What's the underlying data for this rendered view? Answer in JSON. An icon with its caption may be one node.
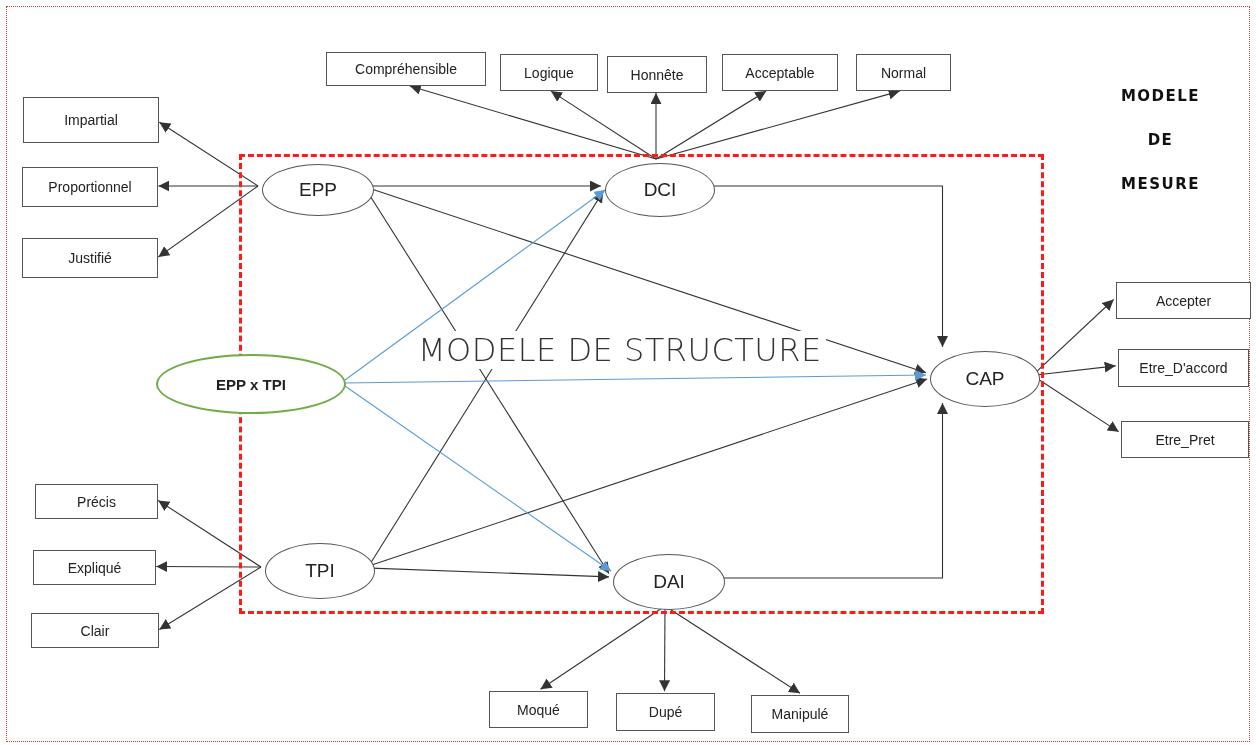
{
  "diagram": {
    "nodes": [
      {
        "text": [
          "MODELE DE MESURE"
        ]
      },
      {
        "text": [
          "MODELE DE STRUCTURE"
        ],
        "in": 0
      },
      {
        "text": [
          "EPP"
        ],
        "in": 1
      },
      {
        "text": [
          "DCI"
        ],
        "in": 1
      },
      {
        "text": [
          "EPP x TPI"
        ],
        "in": 0
      },
      {
        "text": [
          "CAP"
        ],
        "in": 1
      },
      {
        "text": [
          "TPI"
        ],
        "in": 1
      },
      {
        "text": [
          "DAI"
        ],
        "in": 1
      },
      {
        "text": [
          "Impartial"
        ],
        "in": 0
      },
      {
        "text": [
          "Proportionnel"
        ],
        "in": 0
      },
      {
        "text": [
          "Justifié"
        ],
        "in": 0
      },
      {
        "text": [
          "Compréhensible"
        ],
        "in": 0
      },
      {
        "text": [
          "Logique"
        ],
        "in": 0
      },
      {
        "text": [
          "Honnête"
        ],
        "in": 0
      },
      {
        "text": [
          "Acceptable"
        ],
        "in": 0
      },
      {
        "text": [
          "Normal"
        ],
        "in": 0
      },
      {
        "text": [
          "Accepter"
        ],
        "in": 0
      },
      {
        "text": [
          "Etre_D'accord"
        ],
        "in": 0
      },
      {
        "text": [
          "Etre_Pret"
        ],
        "in": 0
      },
      {
        "text": [
          "Précis"
        ],
        "in": 0
      },
      {
        "text": [
          "Expliqué"
        ],
        "in": 0
      },
      {
        "text": [
          "Clair"
        ],
        "in": 0
      },
      {
        "text": [
          "Moqué"
        ],
        "in": 0
      },
      {
        "text": [
          "Dupé"
        ],
        "in": 0
      },
      {
        "text": [
          "Manipulé"
        ],
        "in": 0
      }
    ],
    "edges": [
      {
        "from": 2,
        "to": 8,
        "arrow": "to"
      },
      {
        "from": 2,
        "to": 9,
        "arrow": "to"
      },
      {
        "from": 2,
        "to": 10,
        "arrow": "to"
      },
      {
        "from": 3,
        "to": 11,
        "arrow": "to"
      },
      {
        "from": 3,
        "to": 12,
        "arrow": "to"
      },
      {
        "from": 3,
        "to": 13,
        "arrow": "to"
      },
      {
        "from": 3,
        "to": 14,
        "arrow": "to"
      },
      {
        "from": 3,
        "to": 15,
        "arrow": "to"
      },
      {
        "from": 5,
        "to": 16,
        "arrow": "to"
      },
      {
        "from": 5,
        "to": 17,
        "arrow": "to"
      },
      {
        "from": 5,
        "to": 18,
        "arrow": "to"
      },
      {
        "from": 6,
        "to": 19,
        "arrow": "to"
      },
      {
        "from": 6,
        "to": 20,
        "arrow": "to"
      },
      {
        "from": 6,
        "to": 21,
        "arrow": "to"
      },
      {
        "from": 7,
        "to": 22,
        "arrow": "to"
      },
      {
        "from": 7,
        "to": 23,
        "arrow": "to"
      },
      {
        "from": 7,
        "to": 24,
        "arrow": "to"
      },
      {
        "from": 2,
        "to": 3,
        "arrow": "to"
      },
      {
        "from": 2,
        "to": 5,
        "arrow": "to"
      },
      {
        "from": 2,
        "to": 7,
        "arrow": "to"
      },
      {
        "from": 6,
        "to": 3,
        "arrow": "to"
      },
      {
        "from": 6,
        "to": 5,
        "arrow": "to"
      },
      {
        "from": 6,
        "to": 7,
        "arrow": "to"
      },
      {
        "from": 4,
        "to": 3,
        "arrow": "to",
        "color": "#5b9bd5"
      },
      {
        "from": 4,
        "to": 5,
        "arrow": "to",
        "color": "#5b9bd5"
      },
      {
        "from": 4,
        "to": 7,
        "arrow": "to",
        "color": "#5b9bd5"
      },
      {
        "from": 3,
        "to": 5,
        "arrow": "to"
      },
      {
        "from": 7,
        "to": 5,
        "arrow": "to"
      }
    ]
  }
}
